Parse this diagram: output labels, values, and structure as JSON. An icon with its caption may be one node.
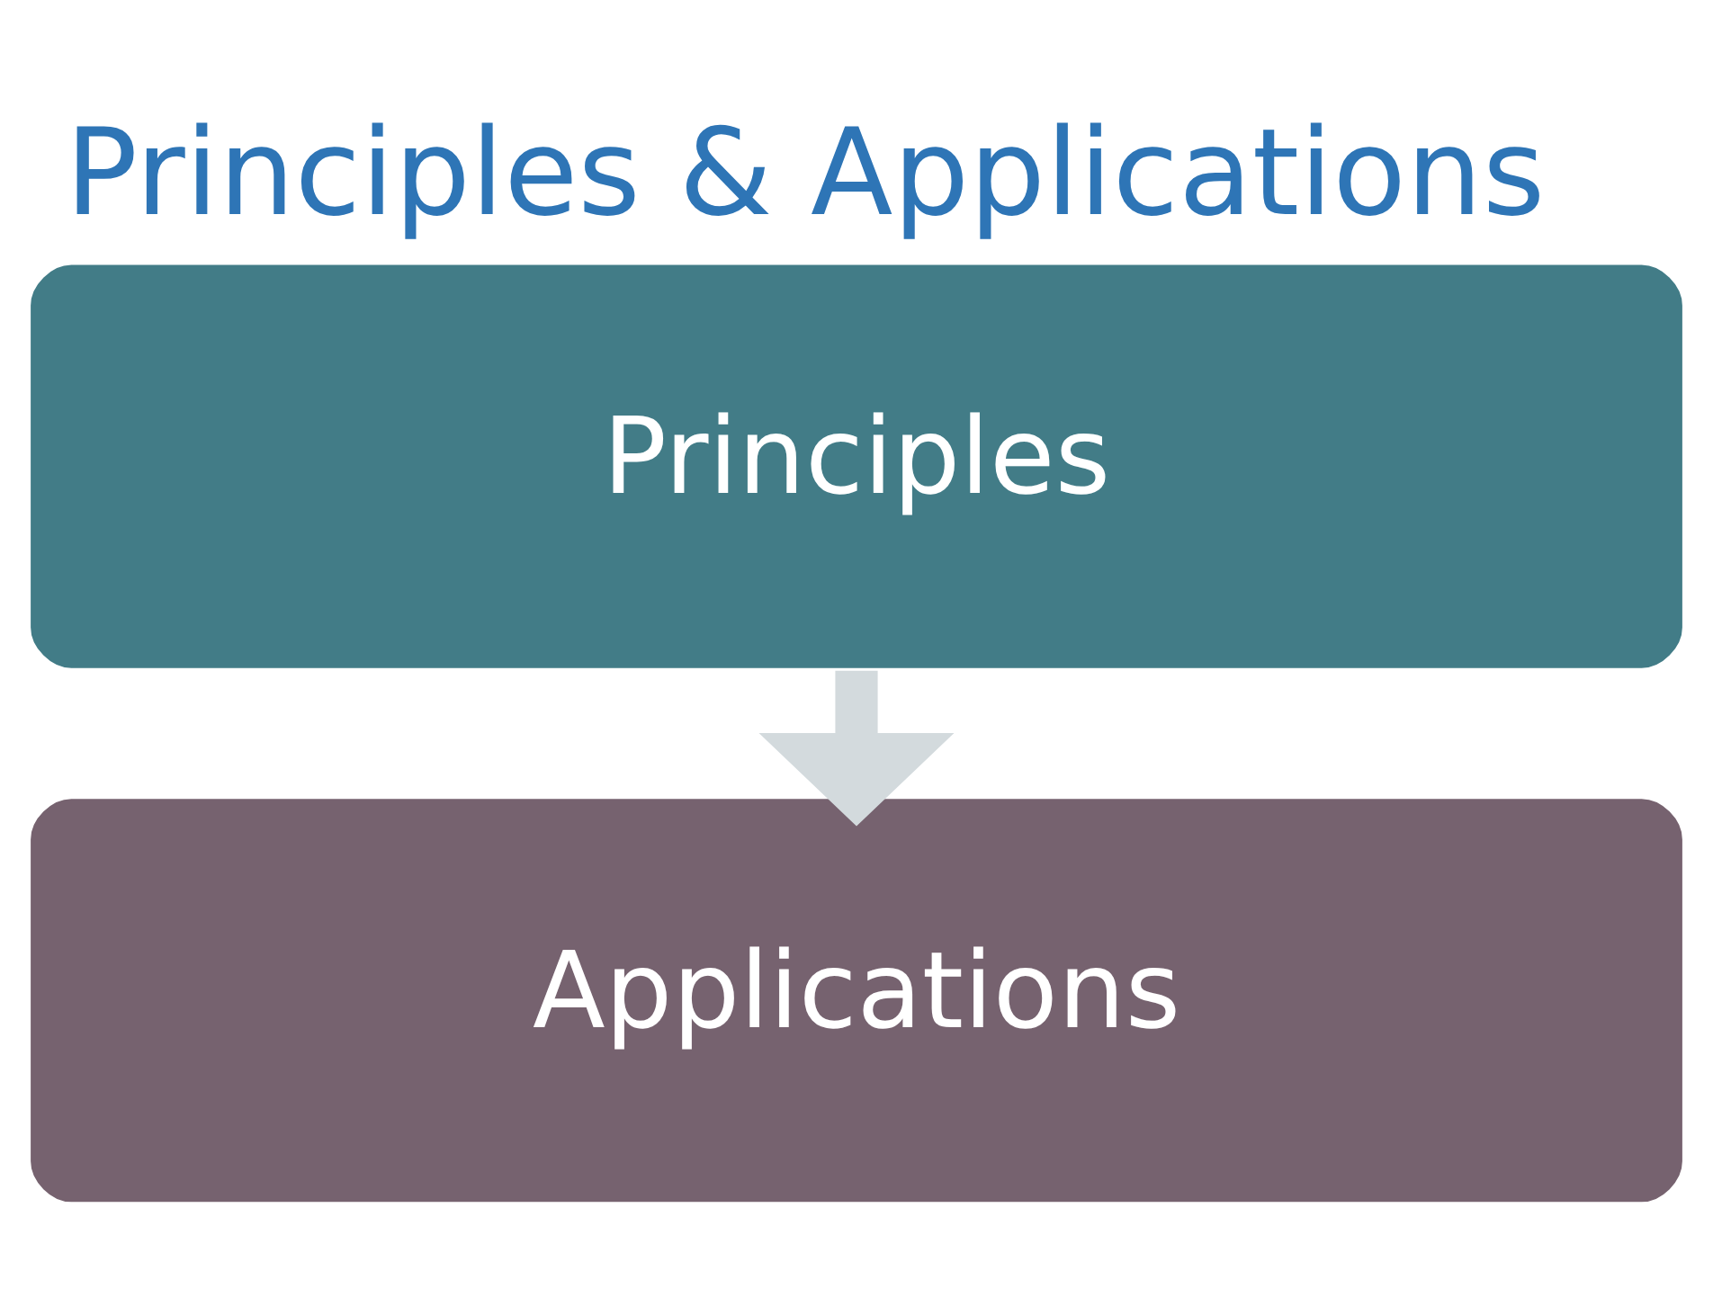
{
  "diagram": {
    "title": "Principles & Applications",
    "nodes": [
      {
        "text": [
          "Principles"
        ]
      },
      {
        "text": [
          "Applications"
        ]
      }
    ],
    "edges": [
      {
        "from": 0,
        "to": 1,
        "arrow": "to"
      }
    ]
  }
}
